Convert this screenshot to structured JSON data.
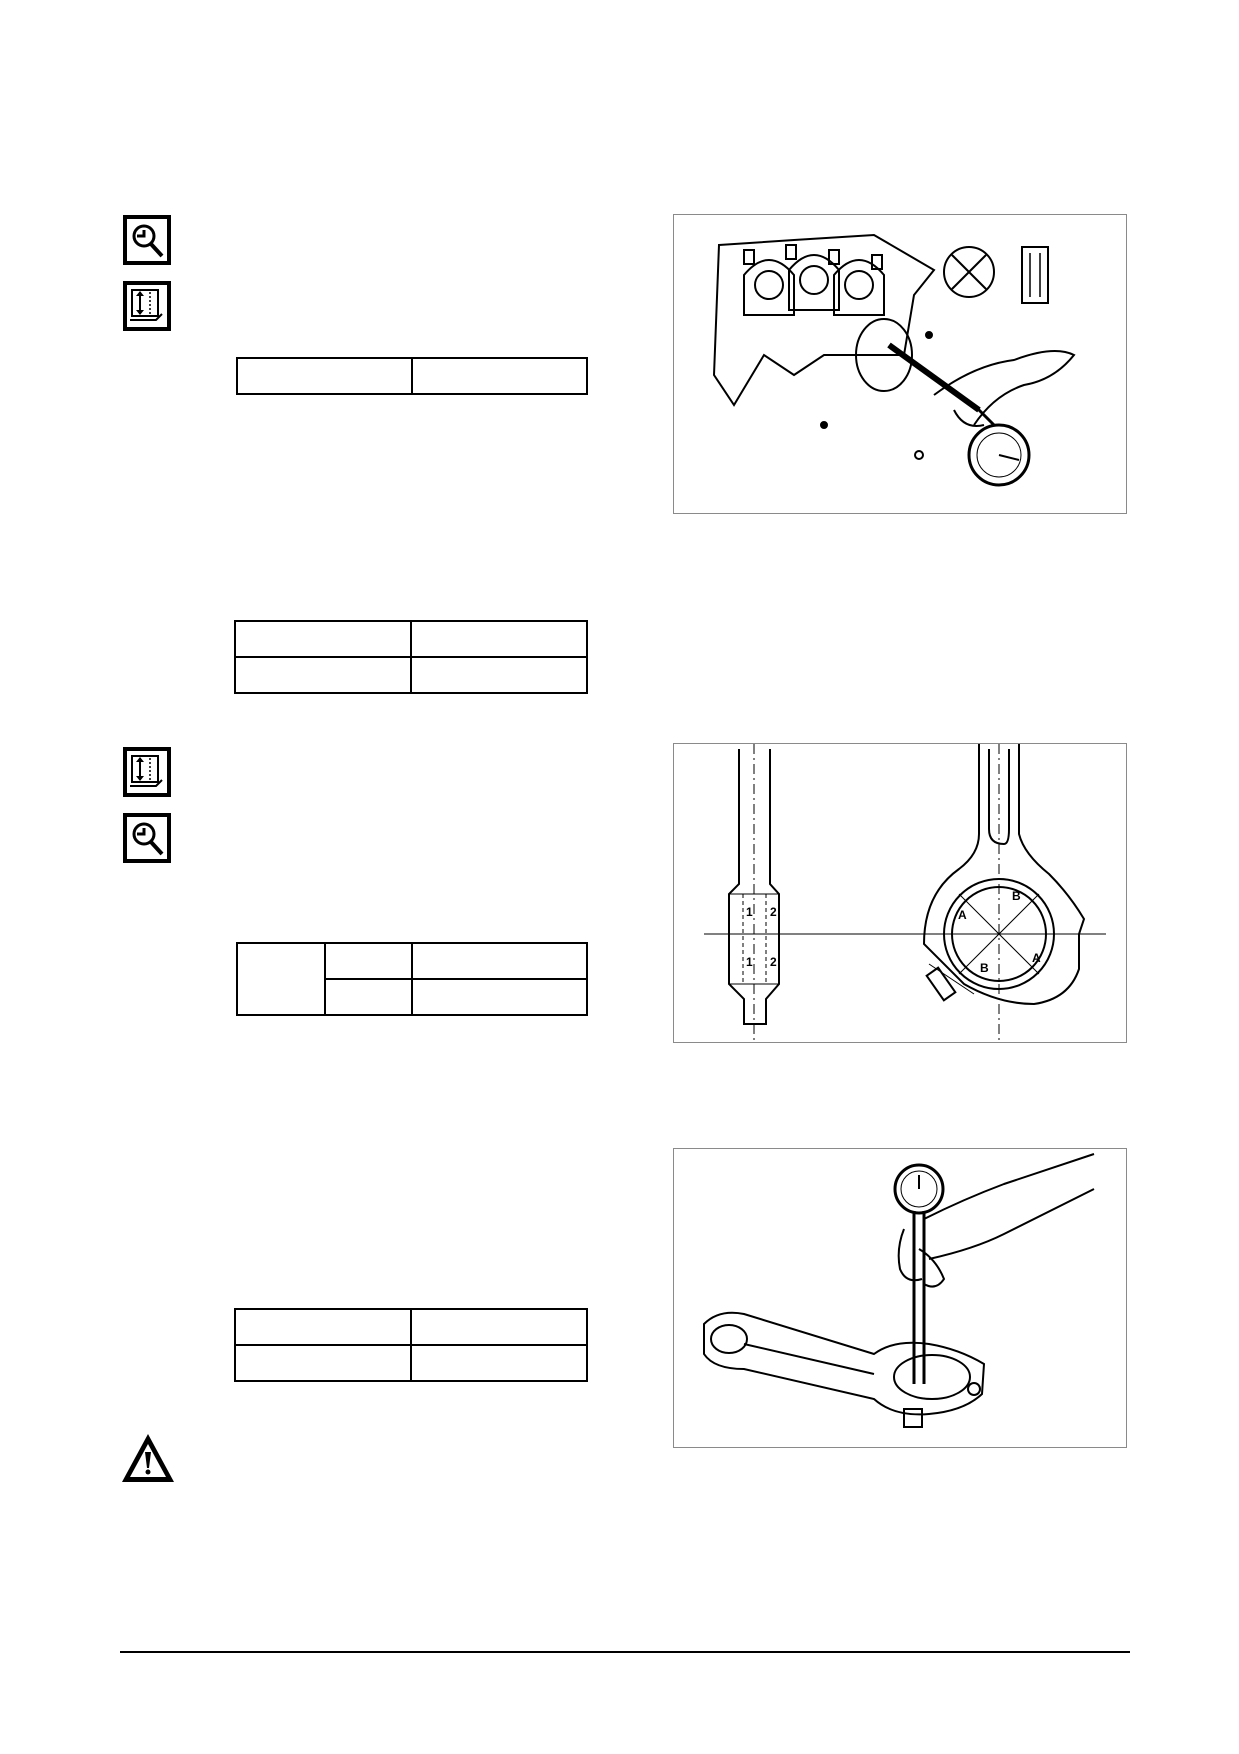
{
  "section1": {
    "icons": [
      "inspect-wrench-icon",
      "measure-bore-icon"
    ],
    "table_rows": [
      [
        "",
        ""
      ]
    ],
    "figure": "figure-main-bearing-bore-gauge"
  },
  "section2": {
    "table_rows": [
      [
        "",
        ""
      ],
      [
        "",
        ""
      ]
    ]
  },
  "section3": {
    "icons": [
      "measure-bore-icon",
      "inspect-wrench-icon"
    ],
    "table_rows": [
      [
        "",
        "",
        ""
      ],
      [
        "",
        ""
      ]
    ],
    "figure": "figure-con-rod-measurement-diagram",
    "figure_labels": {
      "a": "A",
      "b": "B",
      "one": "1",
      "two": "2"
    }
  },
  "section4": {
    "table_rows": [
      [
        "",
        ""
      ],
      [
        "",
        ""
      ]
    ],
    "figure": "figure-con-rod-bore-gauge"
  },
  "warning": {
    "icon": "warning-triangle-icon"
  }
}
